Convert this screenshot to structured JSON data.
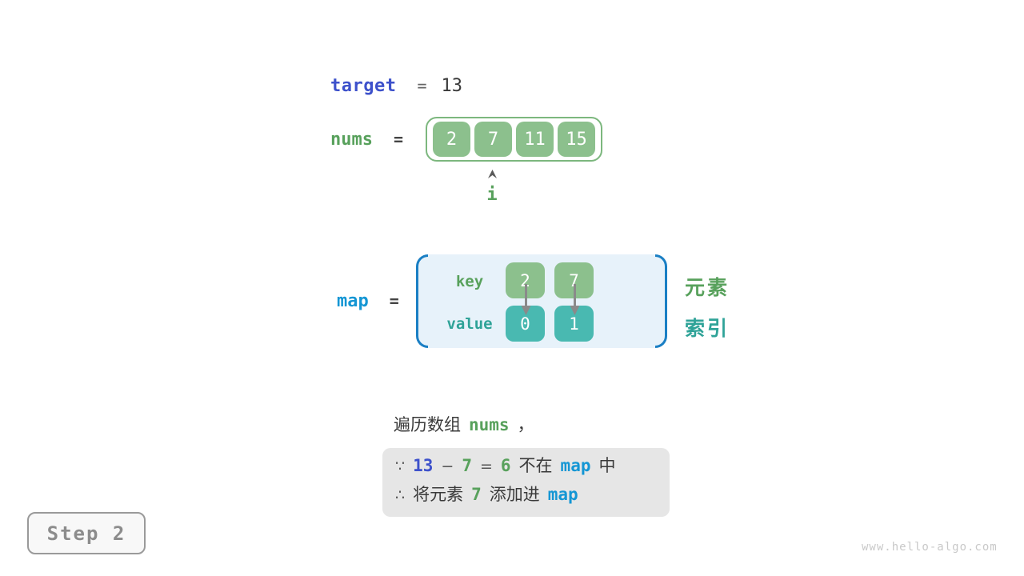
{
  "palette": {
    "green_cell": "#8cc08d",
    "green_array_border": "#7cb77e",
    "green_text": "#58a15c",
    "teal_cell": "#49b9b1",
    "teal_text": "#2fa398",
    "code_blue": "#1496d4",
    "code_indigo": "#3d51cb",
    "map_box_bg": "#e7f2fa",
    "map_bracket_blue": "#1a7fc4",
    "note_bg": "#e6e6e6",
    "dark_text": "#3a3a3a",
    "gray_text": "#666666"
  },
  "target_line": {
    "label": "target",
    "equals": "=",
    "value": "13"
  },
  "nums_line": {
    "label": "nums",
    "equals": "="
  },
  "nums_array": {
    "cells": [
      "2",
      "7",
      "11",
      "15"
    ],
    "pointer_label": "i"
  },
  "map_section": {
    "label": "map",
    "equals": "=",
    "key_label": "key",
    "value_label": "value",
    "keys": [
      "2",
      "7"
    ],
    "values": [
      "0",
      "1"
    ],
    "element_label": "元素",
    "index_label": "索引"
  },
  "caption": {
    "prefix": "遍历数组",
    "code": "nums",
    "comma": "，"
  },
  "note": {
    "because": "∵",
    "target_value": "13",
    "minus": "−",
    "current_value": "7",
    "equals": "=",
    "complement": "6",
    "not_in": "不在",
    "map_code": "map",
    "in_suffix": "中",
    "therefore": "∴",
    "add_prefix": "将元素",
    "add_value": "7",
    "add_verb": "添加进",
    "map_code2": "map"
  },
  "step": {
    "label": "Step 2"
  },
  "watermark": "www.hello-algo.com"
}
